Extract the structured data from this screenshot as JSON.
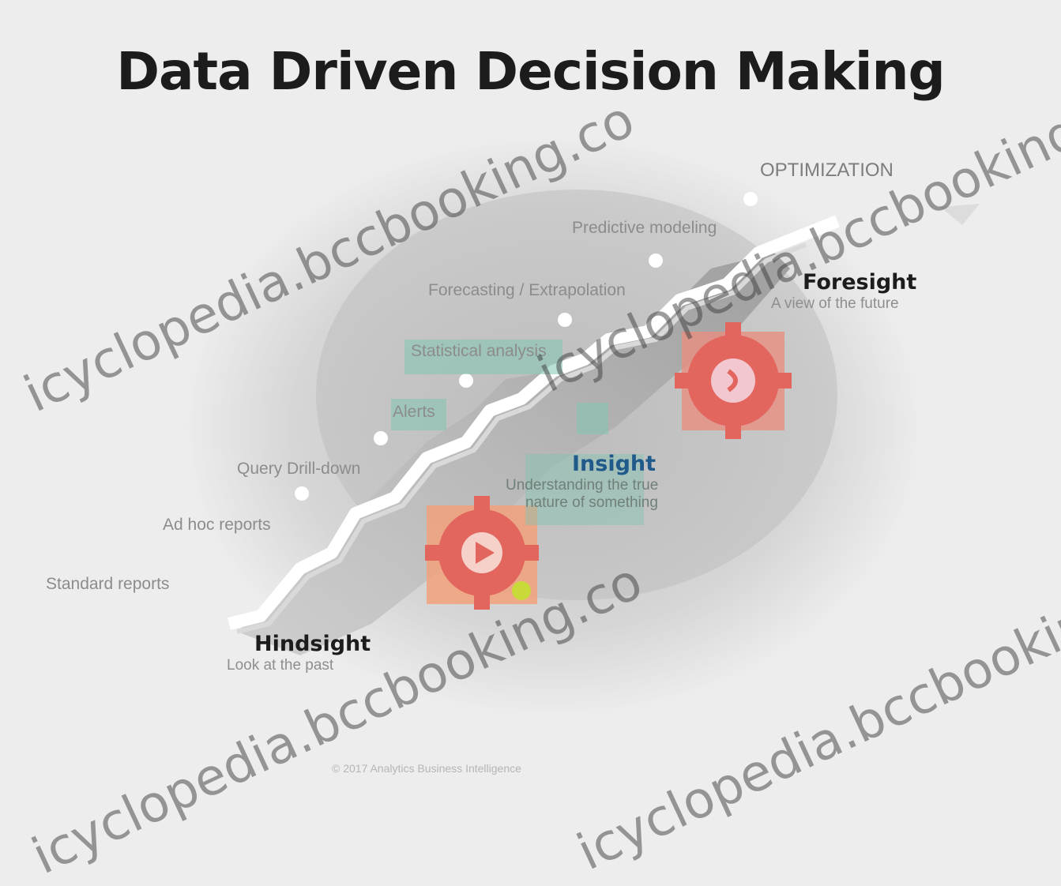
{
  "title": "Data Driven Decision Making",
  "steps": [
    "Standard reports",
    "Ad hoc reports",
    "Query Drill-down",
    "Alerts",
    "Statistical analysis",
    "Forecasting / Extrapolation",
    "Predictive modeling",
    "OPTIMIZATION"
  ],
  "stages": {
    "hindsight": {
      "title": "Hindsight",
      "subtitle": "Look at the past"
    },
    "insight": {
      "title": "Insight",
      "subtitle_line1": "Understanding the true",
      "subtitle_line2": "nature of something"
    },
    "foresight": {
      "title": "Foresight",
      "subtitle": "A view of the future"
    }
  },
  "watermarks": [
    "icyclopedia.bccbooking.co",
    "icyclopedia.bccbooking.co",
    "icyclopedia.bccbooking.co",
    "icyclopedia.bccbooking.co"
  ],
  "footer": "© 2017 Analytics Business Intelligence",
  "colors": {
    "background": "#ededed",
    "title": "#1c1c1c",
    "stair": "#ffffff",
    "accent_teal": "#82c4b2",
    "gear_red": "#e2665e",
    "insight_blue": "#1f5a8a"
  }
}
